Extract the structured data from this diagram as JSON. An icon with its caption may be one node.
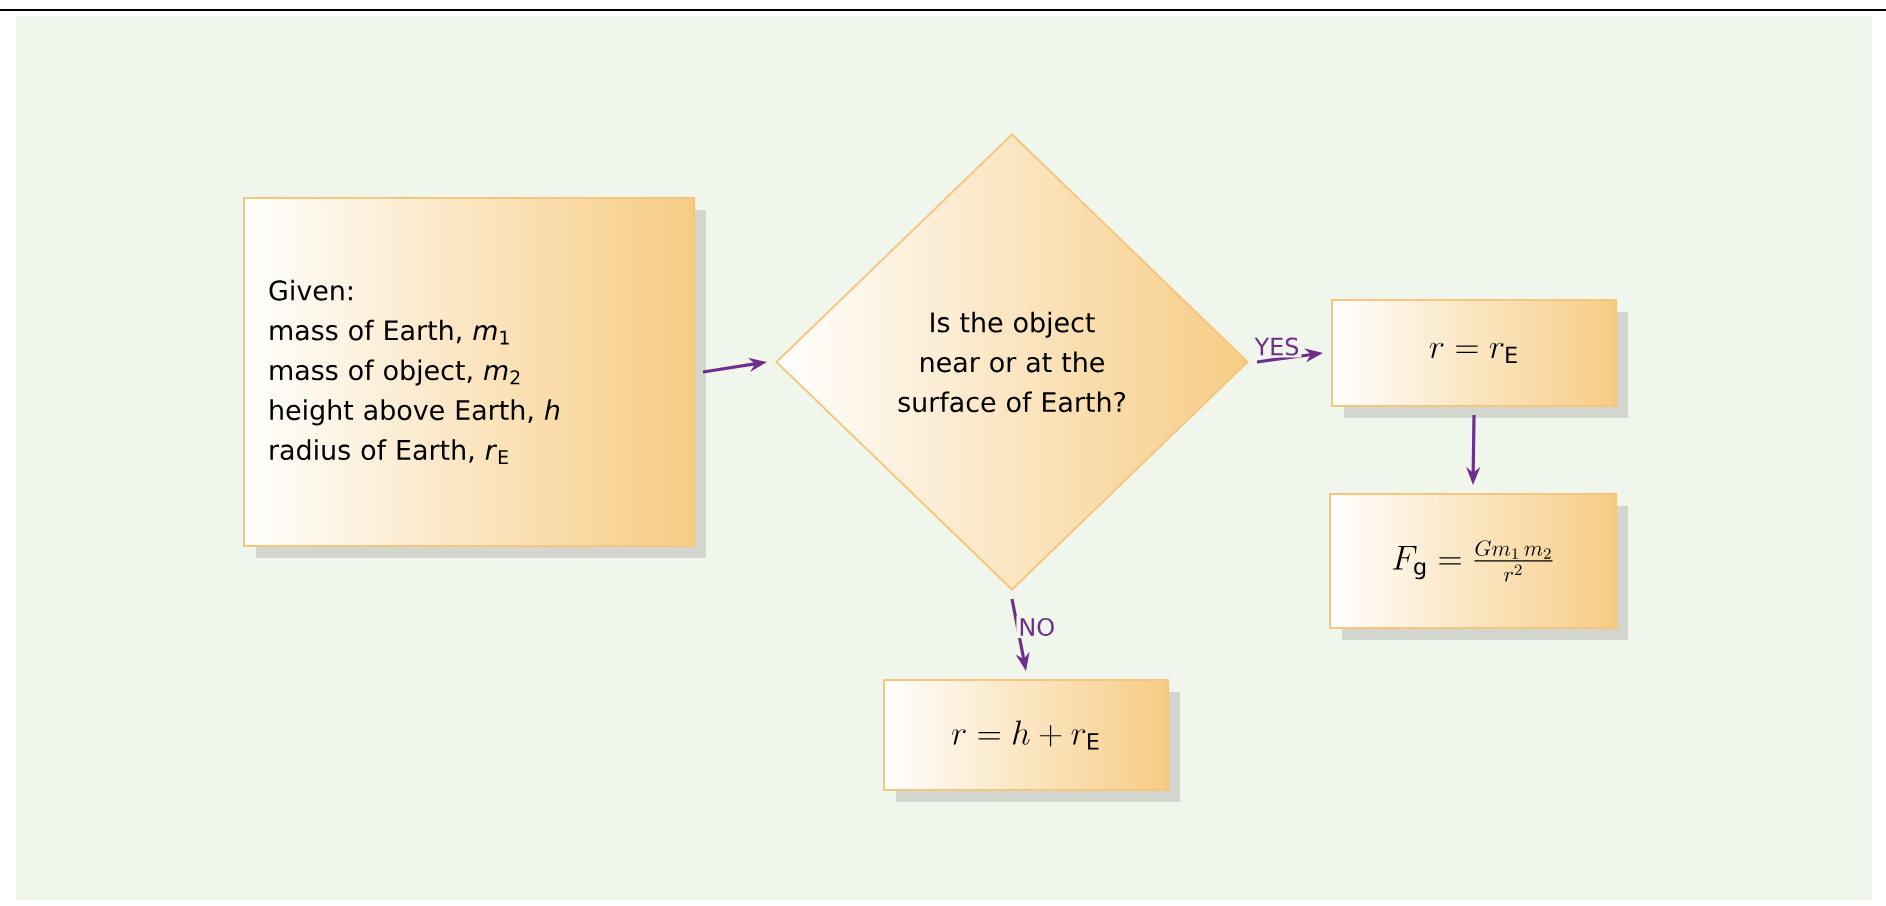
{
  "diagram": {
    "nodes": [
      {
        "text": [
          "Given:",
          "mass of Earth, *m*$_{1}$",
          "mass of object, *m*$_{2}$",
          "height above Earth, *h*",
          "radius of Earth, *r*$_{E}$"
        ]
      },
      {
        "text": [
          "Is the object near or at the surface of Earth?"
        ]
      },
      {
        "text": [
          "r = r_{\\mathrm{E}}"
        ]
      },
      {
        "text": [
          "F_{\\mathrm{g}} = \\frac{Gm_{1}\\,m_{2}}{r^{2}}"
        ]
      },
      {
        "text": [
          "r = h + r_{\\mathrm{E}}"
        ]
      }
    ],
    "edges": [
      {
        "from": 0,
        "to": 1,
        "arrow": "to"
      },
      {
        "from": 1,
        "to": 2,
        "arrow": "to",
        "label": "YES"
      },
      {
        "from": 2,
        "to": 3,
        "arrow": "to"
      },
      {
        "from": 1,
        "to": 4,
        "arrow": "to",
        "label": "NO"
      }
    ]
  }
}
